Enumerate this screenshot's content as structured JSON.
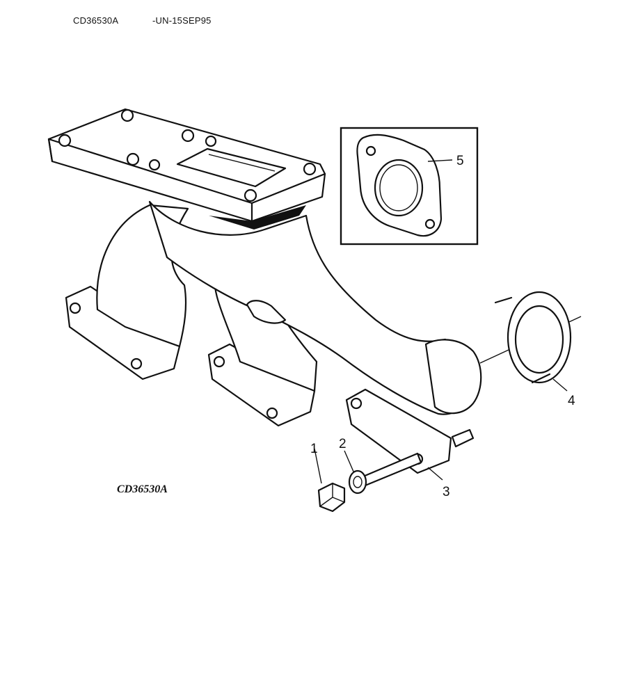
{
  "header": {
    "code": "CD36530A",
    "date": "-UN-15SEP95"
  },
  "figure": {
    "id_label": "CD36530A",
    "callouts": [
      "1",
      "2",
      "3",
      "4",
      "5"
    ]
  }
}
